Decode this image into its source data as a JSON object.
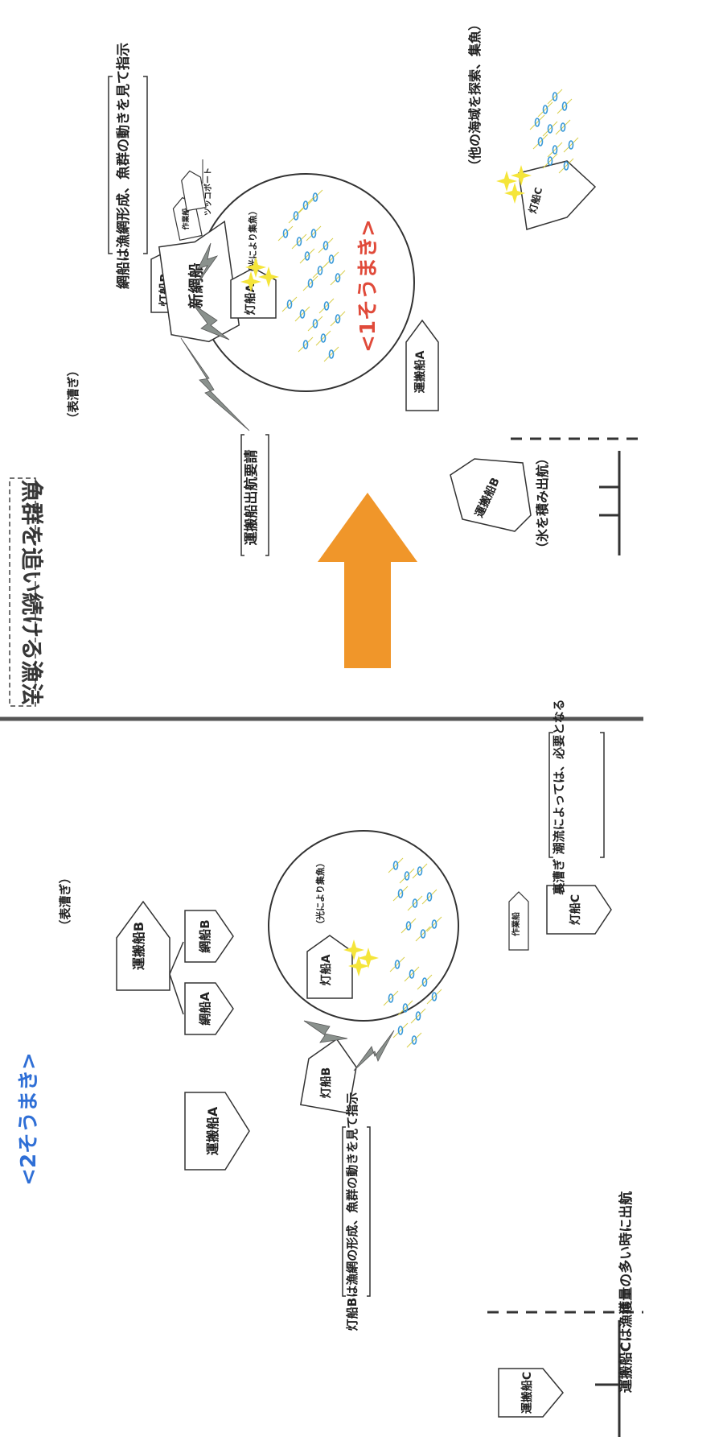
{
  "title_partial": "魚群を追い続ける漁法",
  "sections": {
    "one_boat": {
      "heading": "<1そうまき>",
      "heading_color": "#e04a3a",
      "surface_note": "（表漕ぎ）",
      "light_a_note": "（光により集魚）",
      "net_boat_note": "網船は漁網形成、魚群の動きを見て指示",
      "request_note": "運搬船出航要請",
      "ice_note": "（氷を積み出航）",
      "other_area_note": "（他の海域を探索、集魚）",
      "labels": {
        "light_b": "灯船B",
        "light_a": "灯船A",
        "light_c": "灯船C",
        "net_boat": "新網船",
        "work_boat": "作業船",
        "tsukko_boat": "ツッコボート",
        "carrier_a": "運搬船A",
        "carrier_b": "運搬船B"
      }
    },
    "two_boat": {
      "heading": "<2そうまき>",
      "heading_color": "#2f6fd6",
      "surface_note": "（表漕ぎ）",
      "light_a_note": "（光により集魚）",
      "back_note": "裏漕ぎ 潮流によっては、必要となる",
      "light_b_note": "灯船Bは漁網の形成、魚群の動きを見て指示",
      "carrier_c_note": "運搬船Cは漁獲量の多い時に出航",
      "labels": {
        "carrier_b": "運搬船B",
        "net_a": "網船A",
        "net_b": "網船B",
        "light_a": "灯船A",
        "light_b": "灯船B",
        "light_c": "灯船C",
        "carrier_a": "運搬船A",
        "carrier_c": "運搬船C",
        "work_boat": "作業船"
      }
    }
  },
  "colors": {
    "arrow": "#f0962a",
    "fish": "#3a9ad9",
    "fish_line": "#d8cf4a",
    "spark": "#f5e53a",
    "signal": "#8a918d",
    "ink": "#333333"
  }
}
